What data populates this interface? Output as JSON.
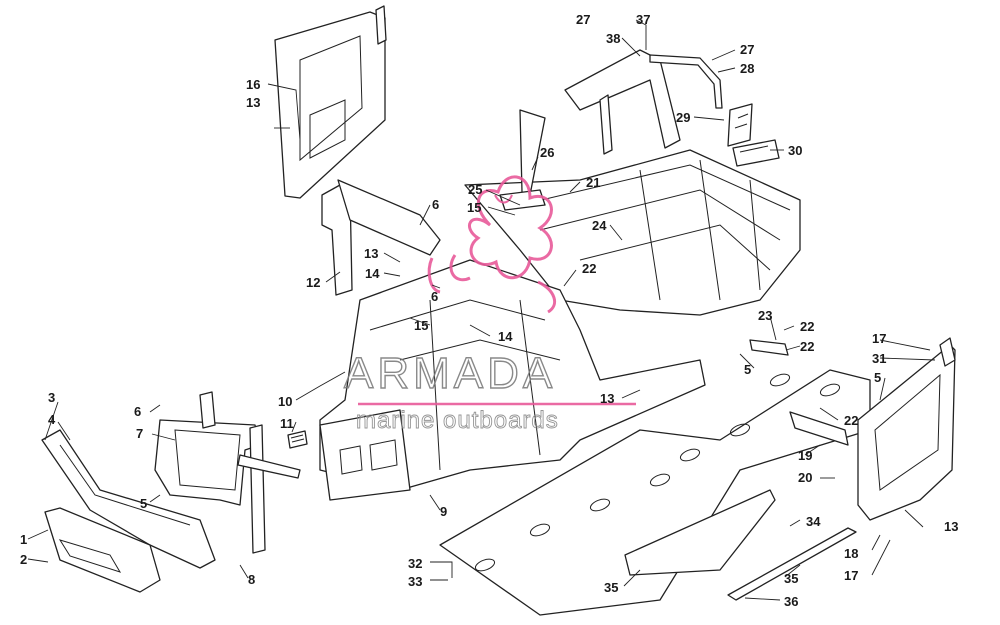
{
  "watermark": {
    "brand": "ARMADA",
    "tagline": "marine outboards",
    "logo_color": "#e85a9a"
  },
  "callouts": [
    "1",
    "2",
    "3",
    "4",
    "5",
    "5",
    "5",
    "6",
    "6",
    "6",
    "7",
    "8",
    "9",
    "10",
    "11",
    "12",
    "13",
    "13",
    "13",
    "13",
    "14",
    "14",
    "15",
    "15",
    "16",
    "17",
    "17",
    "18",
    "19",
    "20",
    "21",
    "22",
    "22",
    "22",
    "22",
    "23",
    "24",
    "25",
    "26",
    "27",
    "27",
    "28",
    "29",
    "30",
    "31",
    "32",
    "33",
    "34",
    "35",
    "35",
    "36",
    "37",
    "38"
  ]
}
